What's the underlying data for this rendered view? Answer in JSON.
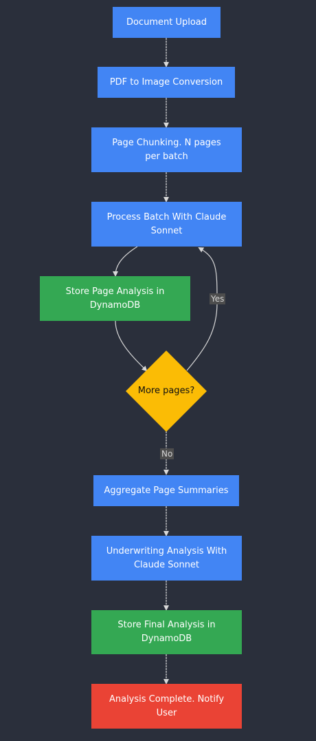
{
  "diagram": {
    "nodes": {
      "upload": "Document Upload",
      "convert": "PDF to Image Conversion",
      "chunk": "Page Chunking. N pages per batch",
      "process": "Process Batch With Claude Sonnet",
      "store_page": "Store Page Analysis in DynamoDB",
      "decision": "More pages?",
      "aggregate": "Aggregate Page Summaries",
      "underwrite": "Underwriting Analysis With Claude Sonnet",
      "store_final": "Store Final Analysis in DynamoDB",
      "complete": "Analysis Complete. Notify User"
    },
    "edge_labels": {
      "yes": "Yes",
      "no": "No"
    },
    "colors": {
      "background": "#2a2f3b",
      "step": "#4285f4",
      "store": "#34a853",
      "decision": "#fbbc05",
      "end": "#ea4335",
      "edge": "#d9d9d9"
    }
  }
}
